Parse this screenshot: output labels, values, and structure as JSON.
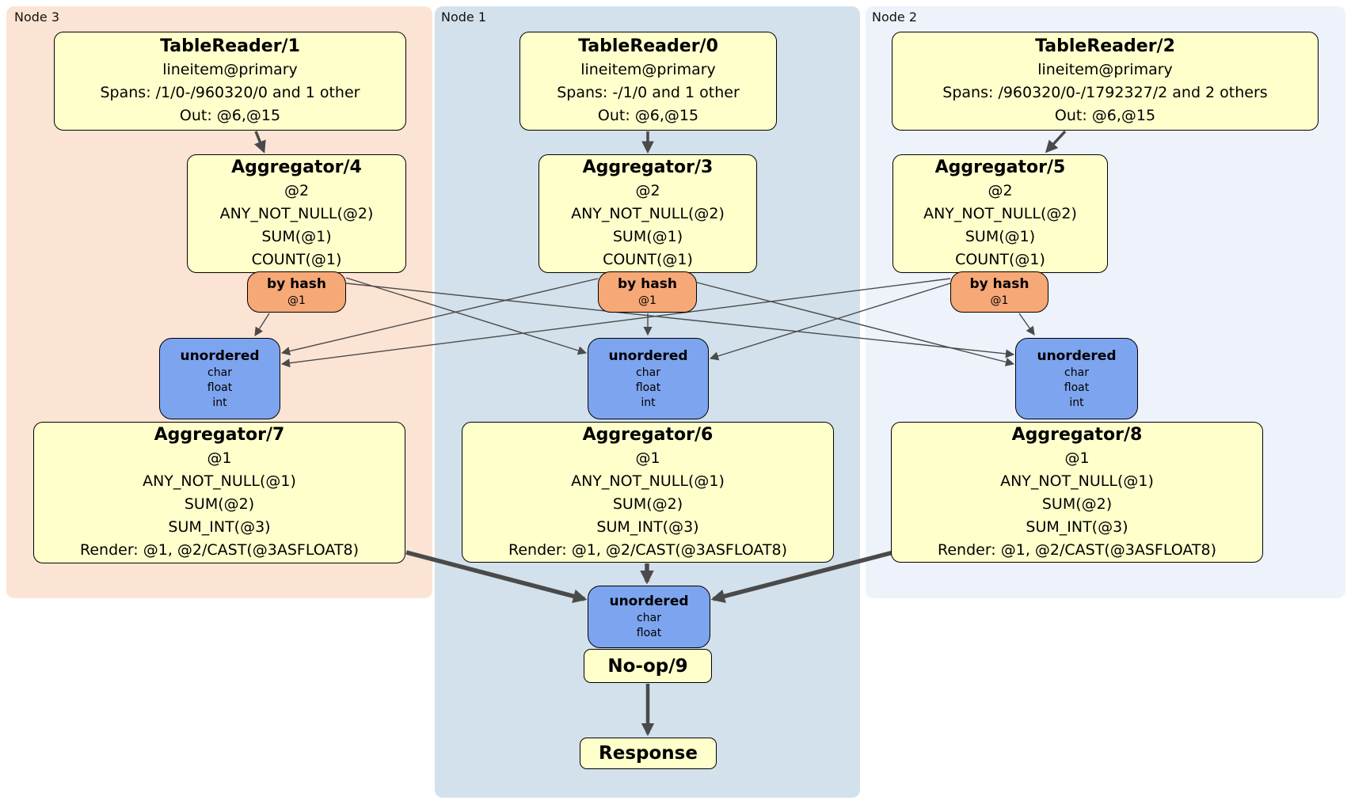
{
  "colors": {
    "node3_panel": "#fce4d4",
    "node1_panel": "#d2e1eb",
    "node2_panel": "#eef2fa",
    "processor_box": "#ffffcc",
    "router_box": "#f6a876",
    "sync_box": "#7da4ef",
    "box_border": "#000000",
    "edge": "#4a4a4a"
  },
  "node3": {
    "label": "Node 3",
    "table_reader": {
      "title": "TableReader/1",
      "lines": [
        "lineitem@primary",
        "Spans: /1/0-/960320/0 and 1 other",
        "Out: @6,@15"
      ]
    },
    "aggregator": {
      "title": "Aggregator/4",
      "lines": [
        "@2",
        "ANY_NOT_NULL(@2)",
        "SUM(@1)",
        "COUNT(@1)"
      ]
    },
    "router": {
      "title": "by hash",
      "lines": [
        "@1"
      ]
    },
    "sync": {
      "title": "unordered",
      "lines": [
        "char",
        "float",
        "int"
      ]
    },
    "final_aggregator": {
      "title": "Aggregator/7",
      "lines": [
        "@1",
        "ANY_NOT_NULL(@1)",
        "SUM(@2)",
        "SUM_INT(@3)",
        "Render: @1, @2/CAST(@3ASFLOAT8)"
      ]
    }
  },
  "node1": {
    "label": "Node 1",
    "table_reader": {
      "title": "TableReader/0",
      "lines": [
        "lineitem@primary",
        "Spans: -/1/0 and 1 other",
        "Out: @6,@15"
      ]
    },
    "aggregator": {
      "title": "Aggregator/3",
      "lines": [
        "@2",
        "ANY_NOT_NULL(@2)",
        "SUM(@1)",
        "COUNT(@1)"
      ]
    },
    "router": {
      "title": "by hash",
      "lines": [
        "@1"
      ]
    },
    "sync": {
      "title": "unordered",
      "lines": [
        "char",
        "float",
        "int"
      ]
    },
    "final_aggregator": {
      "title": "Aggregator/6",
      "lines": [
        "@1",
        "ANY_NOT_NULL(@1)",
        "SUM(@2)",
        "SUM_INT(@3)",
        "Render: @1, @2/CAST(@3ASFLOAT8)"
      ]
    },
    "output_sync": {
      "title": "unordered",
      "lines": [
        "char",
        "float"
      ]
    },
    "noop": {
      "title": "No-op/9"
    },
    "response": {
      "title": "Response"
    }
  },
  "node2": {
    "label": "Node 2",
    "table_reader": {
      "title": "TableReader/2",
      "lines": [
        "lineitem@primary",
        "Spans: /960320/0-/1792327/2 and 2 others",
        "Out: @6,@15"
      ]
    },
    "aggregator": {
      "title": "Aggregator/5",
      "lines": [
        "@2",
        "ANY_NOT_NULL(@2)",
        "SUM(@1)",
        "COUNT(@1)"
      ]
    },
    "router": {
      "title": "by hash",
      "lines": [
        "@1"
      ]
    },
    "sync": {
      "title": "unordered",
      "lines": [
        "char",
        "float",
        "int"
      ]
    },
    "final_aggregator": {
      "title": "Aggregator/8",
      "lines": [
        "@1",
        "ANY_NOT_NULL(@1)",
        "SUM(@2)",
        "SUM_INT(@3)",
        "Render: @1, @2/CAST(@3ASFLOAT8)"
      ]
    }
  }
}
